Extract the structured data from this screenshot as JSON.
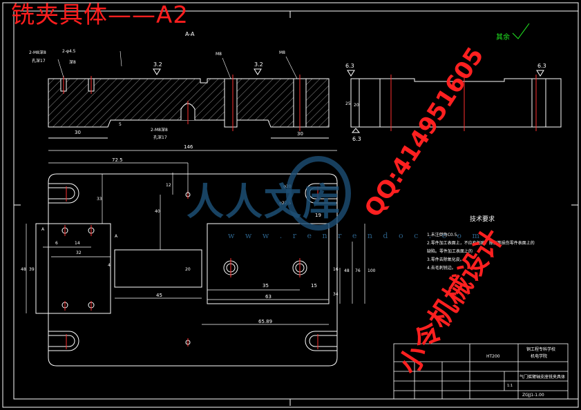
{
  "drawing_title": "铣夹具体——A2",
  "section_label": "A-A",
  "roughness_other": "其余",
  "annotations": {
    "holes_left": "2-M8深8",
    "holes_left_sub": "孔深17",
    "holes_mid": "2-M8深8",
    "holes_mid_sub": "孔深17",
    "hole_spec": "2-φ4.5",
    "hole_spec_sub": "深8",
    "m8": "M8",
    "m8b": "M8",
    "roughness_a": "3.2",
    "roughness_b": "3.2",
    "roughness_c": "6.3",
    "roughness_d": "6.3",
    "roughness_e": "6.3"
  },
  "dimensions": {
    "d30a": "30",
    "d30b": "30",
    "d5": "5",
    "d146": "146",
    "d72_5": "72.5",
    "d12": "12",
    "d33": "33",
    "d40": "40",
    "d19": "19",
    "dphi20": "φ20",
    "dphi22_5": "φ22.5",
    "d6": "6",
    "d14": "14",
    "d32": "32",
    "d39": "39",
    "d48": "48",
    "d4": "4",
    "d20": "20",
    "d45": "45",
    "d35": "35",
    "d15": "15",
    "d63": "63",
    "d65_89": "65.89",
    "d34": "34",
    "d16": "16",
    "d48b": "48",
    "d76": "76",
    "d100": "100",
    "d25": "25",
    "d20b": "20"
  },
  "tech_requirements": {
    "title": "技术要求",
    "lines": [
      "1.未注倒角C0.5。",
      "2.零件加工表面上，不应有划痕、擦伤等损伤零件表面上的",
      "缺陷。零件加工表面上的",
      "3.零件去除氧化皮。",
      "4.去毛刺锐边。"
    ]
  },
  "title_block": {
    "material": "HT200",
    "school": "铜工程专科学校",
    "dept": "机电学院",
    "part_name": "气门摇臂轴支座铣夹具体",
    "drawing_no": "ZGJJ1-1.00",
    "scale": "1:1"
  },
  "watermark": {
    "site": "w w w . r e n r e n d o c . c o m",
    "logo": "人人文库",
    "qq": "QQ:414951605",
    "shop": "小令机械设计"
  }
}
